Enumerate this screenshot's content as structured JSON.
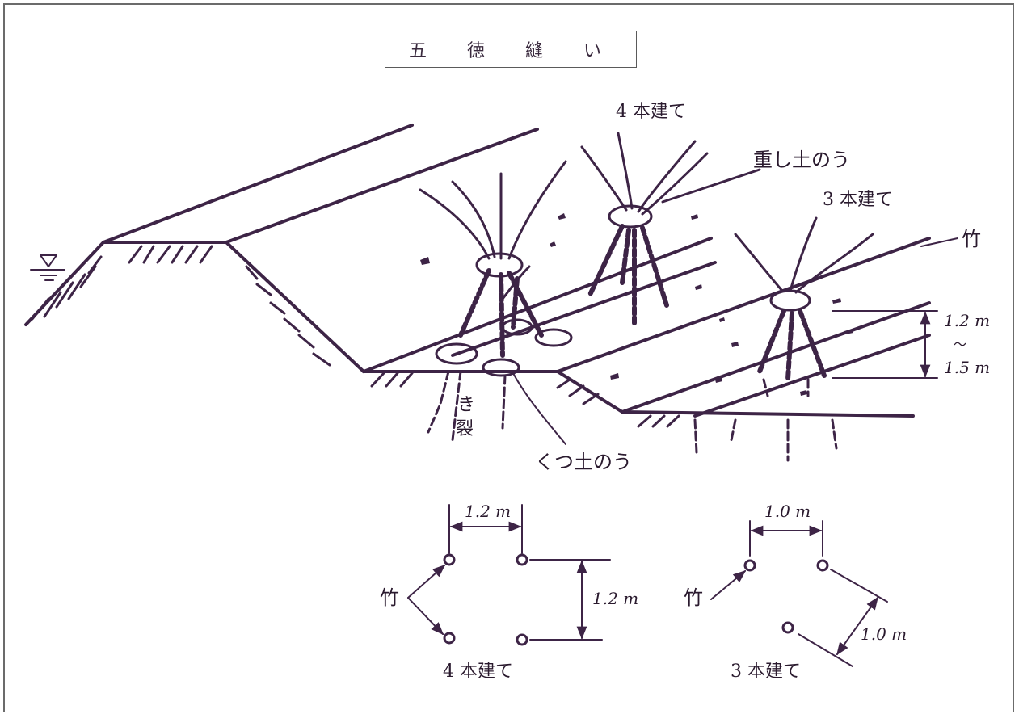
{
  "title": "五　徳　縫　い",
  "main_figure": {
    "label_4pod": "4 本建て",
    "label_weight_bag": "重し土のう",
    "label_3pod": "3 本建て",
    "label_bamboo": "竹",
    "label_crack_1": "き",
    "label_crack_2": "裂",
    "label_shoe_bag": "くつ土のう",
    "dim_top": "1.2 m",
    "dim_tilde": "〜",
    "dim_bottom": "1.5 m"
  },
  "plan_4": {
    "dim_width": "1.2 m",
    "dim_height": "1.2 m",
    "bamboo_label": "竹",
    "caption": "4 本建て"
  },
  "plan_3": {
    "dim_width": "1.0 m",
    "dim_side": "1.0 m",
    "bamboo_label": "竹",
    "caption": "3 本建て"
  },
  "colors": {
    "ink": "#3d2446",
    "frame": "#6b6b6b"
  }
}
